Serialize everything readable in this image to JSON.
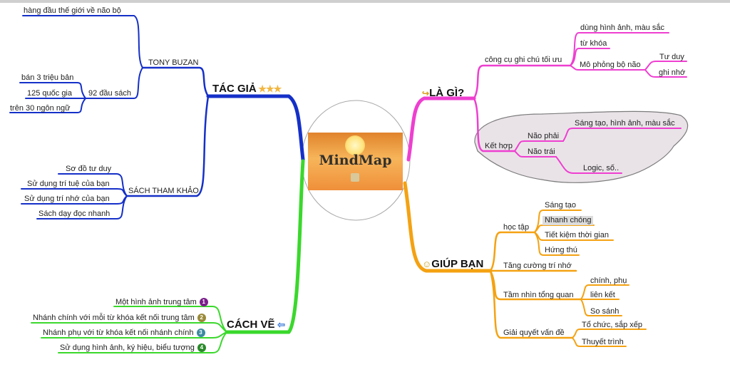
{
  "center": {
    "title": "MindMap"
  },
  "colors": {
    "blue": "#1530c8",
    "pink": "#ee3fd0",
    "orange": "#f4a212",
    "green": "#3ad82c"
  },
  "icons": {
    "tac_gia": "three-stars-icon",
    "la_gi": "arrow-icon",
    "giup_ban": "smiley-icon",
    "cach_ve": "arrow-left-icon"
  },
  "tac_gia": {
    "label": "TÁC GIẢ",
    "tony": {
      "label": "TONY BUZAN",
      "leaf": "hàng đầu thế giới về não bộ",
      "books": {
        "label": "92 đầu sách",
        "items": [
          "bán 3 triệu bản",
          "125 quốc gia",
          "trên 30 ngôn ngữ"
        ]
      }
    },
    "sach": {
      "label": "SÁCH THAM KHẢO",
      "items": [
        "Sơ đồ tư duy",
        "Sử dụng trí tuệ của bạn",
        "Sử dụng trí nhớ của bạn",
        "Sách dạy đọc nhanh"
      ]
    }
  },
  "la_gi": {
    "label": "LÀ GÌ?",
    "cong_cu": {
      "label": "công cụ ghi chú tối ưu",
      "items": [
        "dùng hình ảnh, màu sắc",
        "từ khóa"
      ],
      "mo_phong": {
        "label": "Mô phỏng bộ não",
        "items": [
          "Tư duy",
          "ghi nhớ"
        ]
      }
    },
    "ket_hop": {
      "label": "Kết hợp",
      "phai": {
        "label": "Não phải",
        "leaf": "Sáng tạo, hình ảnh, màu sắc"
      },
      "trai": {
        "label": "Não trái",
        "leaf": "Logic, số.."
      }
    }
  },
  "giup_ban": {
    "label": "GIÚP BẠN",
    "hoc_tap": {
      "label": "học tập",
      "items": [
        "Sáng tạo",
        "Nhanh chóng",
        "Tiết kiệm thời gian",
        "Hứng thú"
      ]
    },
    "tang": "Tăng cường trí nhớ",
    "tam_nhin": {
      "label": "Tầm nhìn tổng quan",
      "items": [
        "chính, phụ",
        "liên kết",
        "So sánh"
      ]
    },
    "giai_quyet": {
      "label": "Giải quyết vấn đề",
      "items": [
        "Tổ chức, sắp xếp",
        "Thuyết trình"
      ]
    }
  },
  "cach_ve": {
    "label": "CÁCH VẼ",
    "items": [
      {
        "text": "Một hình ảnh trung tâm",
        "num": "1",
        "color": "#7a1f8a"
      },
      {
        "text": "Nhánh chính với mỗi từ khóa kết nối trung tâm",
        "num": "2",
        "color": "#9a8a3a"
      },
      {
        "text": "Nhánh phụ với từ khóa kết nối nhánh chính",
        "num": "3",
        "color": "#3a8aa0"
      },
      {
        "text": "Sử dụng hình ảnh, ký hiệu, biểu tượng",
        "num": "4",
        "color": "#2a8a2a"
      }
    ]
  }
}
